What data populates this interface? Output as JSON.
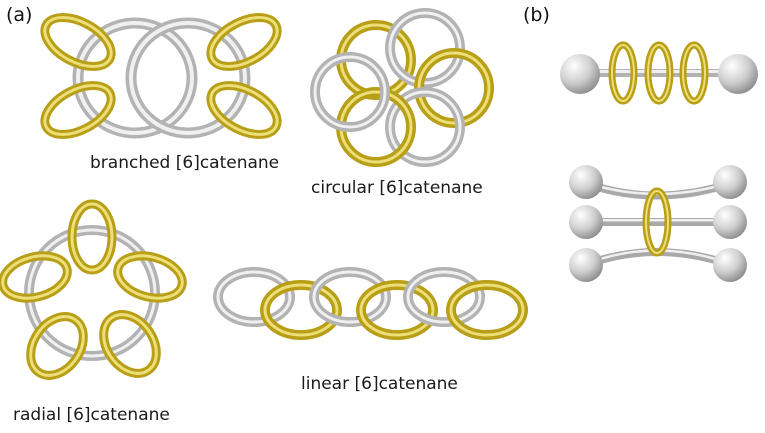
{
  "panels": {
    "a": "(a)",
    "b": "(b)"
  },
  "labels": {
    "branched": "branched [6]catenane",
    "circular": "circular [6]catenane",
    "radial": "radial [6]catenane",
    "linear": "linear [6]catenane"
  },
  "colors": {
    "yellow_ring": "#c9b21f",
    "yellow_highlight": "#efe27a",
    "gray_ring": "#b9b9b9",
    "gray_highlight": "#f2f2f2",
    "sphere": "#c8c8c8",
    "background": "#ffffff"
  }
}
